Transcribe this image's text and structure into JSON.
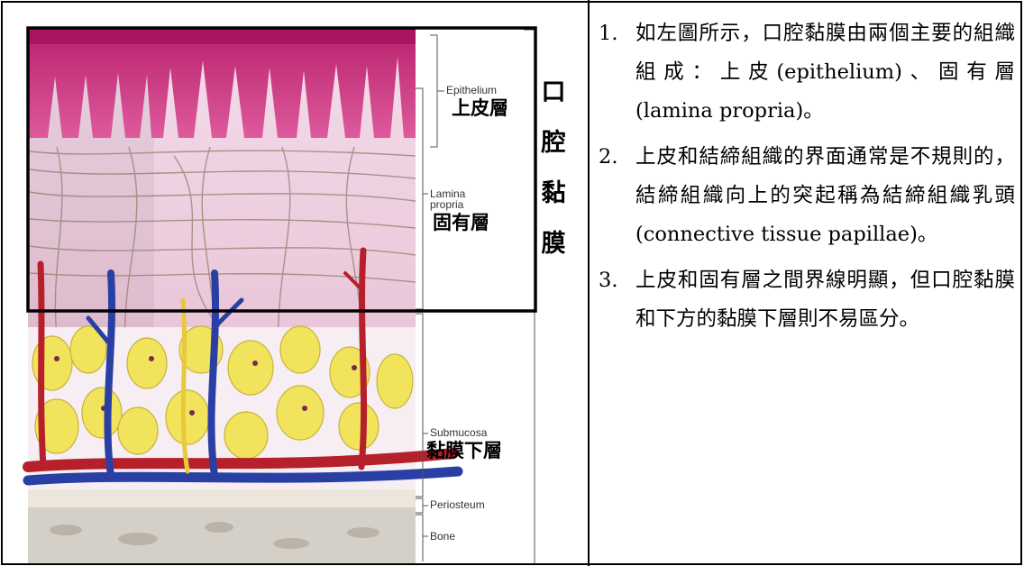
{
  "diagram": {
    "labels": {
      "epithelium_en": "Epithelium",
      "epithelium_zh": "上皮層",
      "lamina_en_1": "Lamina",
      "lamina_en_2": "propria",
      "lamina_zh": "固有層",
      "submucosa_en": "Submucosa",
      "submucosa_zh": "黏膜下層",
      "periosteum_en": "Periosteum",
      "bone_en": "Bone"
    },
    "vertical_title": [
      "口",
      "腔",
      "黏",
      "膜"
    ],
    "colors": {
      "epithelium": "#c92c7a",
      "lamina": "#efd3e2",
      "fat": "#f2e35c",
      "artery": "#b5202a",
      "vein": "#2a3fa3",
      "fiber": "#8f7f6b",
      "bone": "#d4d0c8"
    }
  },
  "text": {
    "items": [
      {
        "num": "1.",
        "text": "如左圖所示，口腔黏膜由兩個主要的組織組成：上皮(epithelium)、固有層 (lamina propria)。"
      },
      {
        "num": "2.",
        "text": "上皮和結締組織的界面通常是不規則的，結締組織向上的突起稱為結締組織乳頭(connective tissue papillae)。"
      },
      {
        "num": "3.",
        "text": "上皮和固有層之間界線明顯，但口腔黏膜和下方的黏膜下層則不易區分。"
      }
    ]
  }
}
